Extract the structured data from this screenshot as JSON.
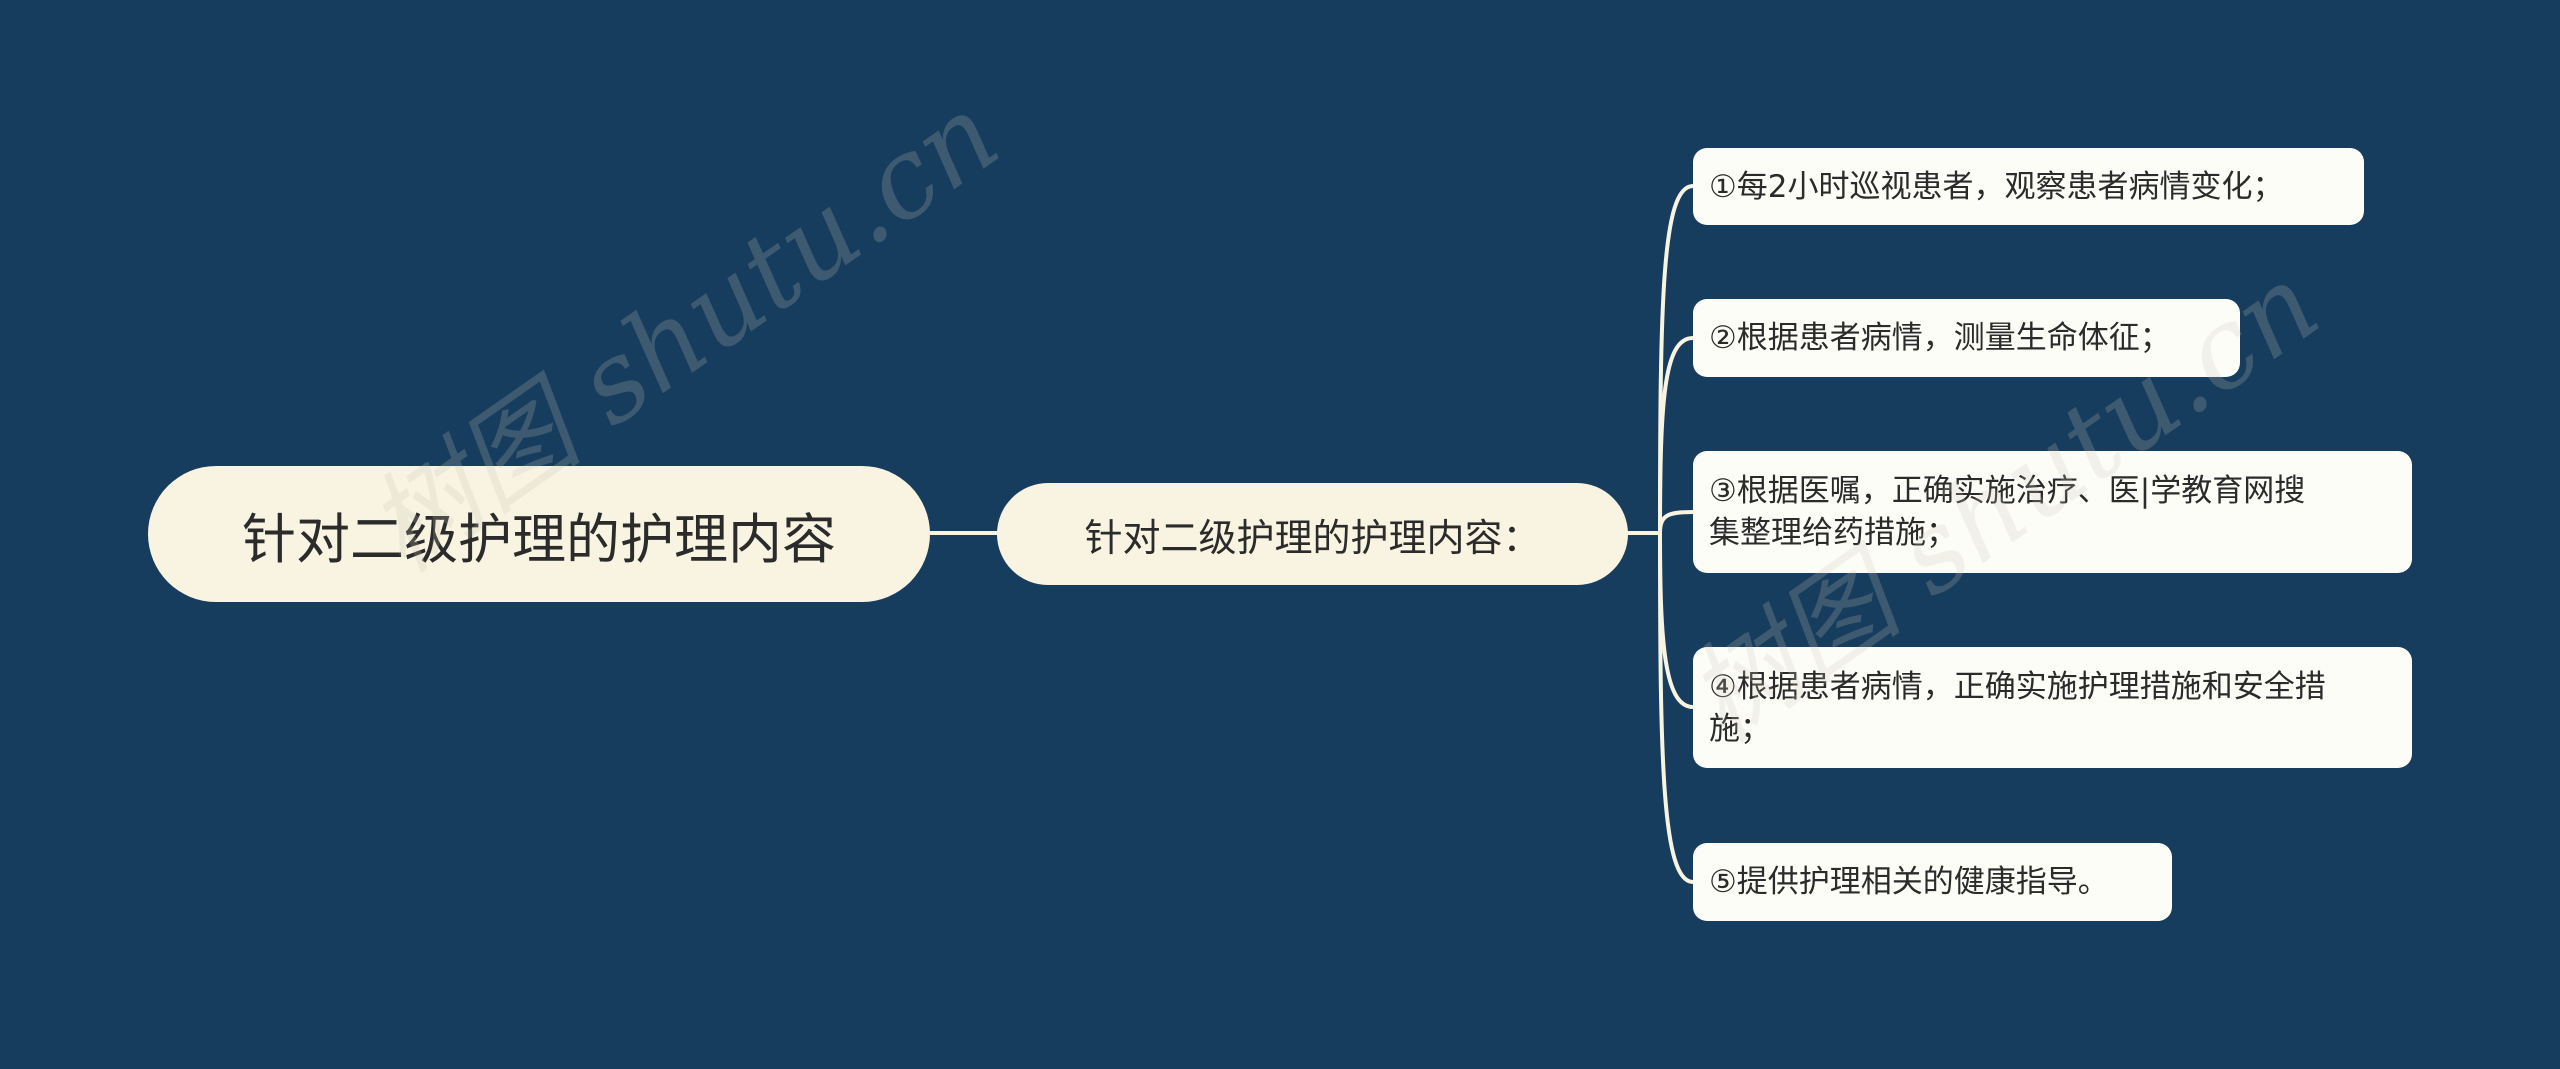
{
  "mindmap": {
    "root": {
      "label": "针对二级护理的护理内容"
    },
    "topic": {
      "label": "针对二级护理的护理内容："
    },
    "items": [
      {
        "label": "①每2小时巡视患者，观察患者病情变化；"
      },
      {
        "label": "②根据患者病情，测量生命体征；"
      },
      {
        "line1": "③根据医嘱，正确实施治疗、医|学教育网搜",
        "line2": "集整理给药措施；"
      },
      {
        "line1": "④根据患者病情，正确实施护理措施和安全措",
        "line2": "施；"
      },
      {
        "label": "⑤提供护理相关的健康指导。"
      }
    ]
  },
  "watermark": {
    "text_left": "树图 shutu.cn",
    "text_right": "树图 shutu.cn"
  },
  "colors": {
    "background": "#173d5e",
    "root_fill": "#f8f4e1",
    "leaf_fill": "#fdfdf8",
    "connector": "#f8f4e1",
    "text": "#2b2b2b"
  }
}
